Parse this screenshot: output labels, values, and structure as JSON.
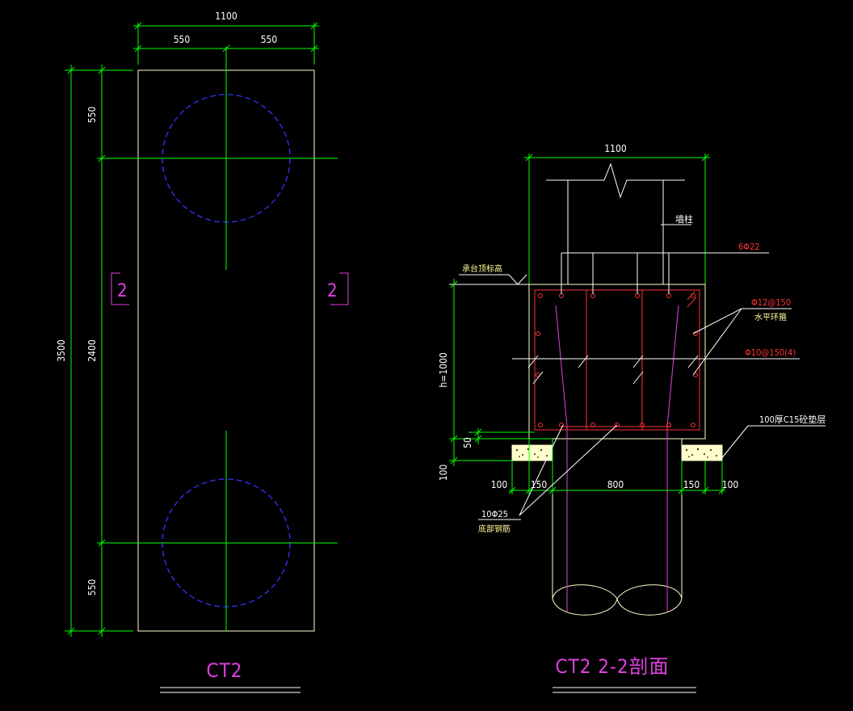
{
  "colors": {
    "background": "#000000",
    "outline": "#ffffcc",
    "dimension": "#00ff00",
    "pile": "#3333ff",
    "rebar": "#ff3333",
    "pile_rebar": "#e040e0",
    "title": "#e040e0"
  },
  "plan": {
    "title": "CT2",
    "section_mark": "2",
    "dims": {
      "total_width": "1100",
      "half_left": "550",
      "half_right": "550",
      "total_height": "3500",
      "top_edge": "550",
      "pile_spacing": "2400",
      "bottom_edge": "550"
    }
  },
  "section": {
    "title": "CT2 2-2剖面",
    "dims": {
      "width": "1100",
      "height": "h=1000",
      "cover": "50",
      "cushion": "100",
      "left_out": "100",
      "left_in": "150",
      "pile": "800",
      "right_in": "150",
      "right_out": "100"
    },
    "labels": {
      "column": "墙柱",
      "cap_elevation": "承台顶标高",
      "top_bars": "6Φ22",
      "horizontal_bar": "Φ12@150",
      "horizontal_bar_desc": "水平环箍",
      "stirrup": "Φ10@150(4)",
      "cushion": "100厚C15砼垫层",
      "bottom_bars": "10Φ25",
      "bottom_bars_desc": "底部钢筋"
    }
  }
}
